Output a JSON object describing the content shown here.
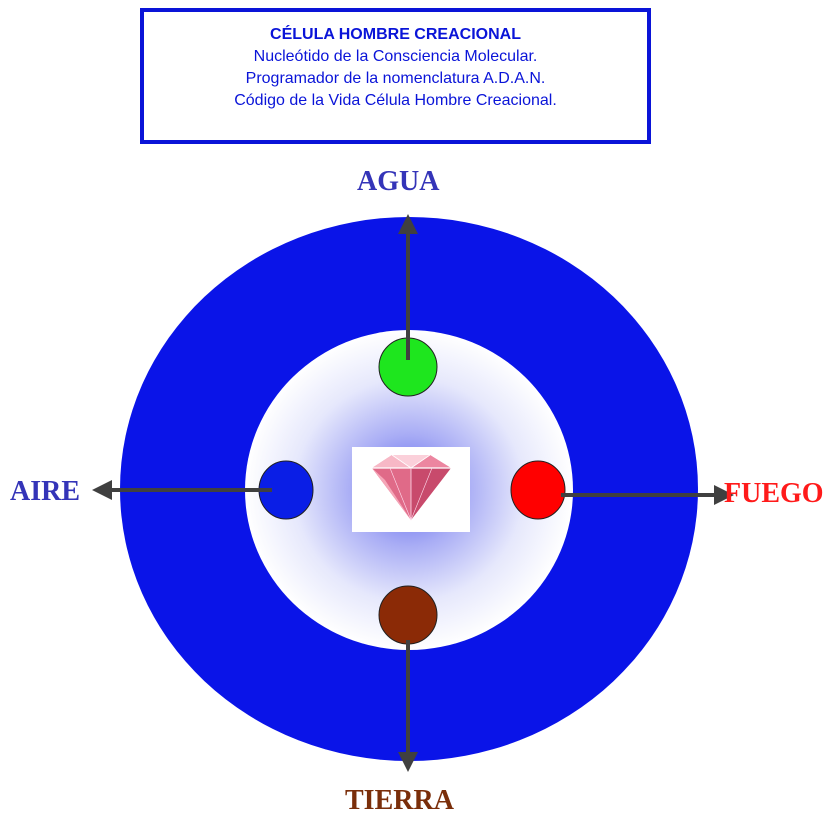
{
  "title_box": {
    "heading": "CÉLULA HOMBRE CREACIONAL",
    "lines": [
      "Nucleótido de la Consciencia Molecular.",
      "Programador de la nomenclatura A.D.A.N.",
      "Código de la Vida Célula Hombre Creacional."
    ]
  },
  "elements": {
    "agua": {
      "label": "AGUA",
      "color": "#3434b8",
      "dot_color": "#1ee61e"
    },
    "aire": {
      "label": "AIRE",
      "color": "#3434b8",
      "dot_color": "#0a1ee6"
    },
    "fuego": {
      "label": "FUEGO",
      "color": "#ff1a1a",
      "dot_color": "#ff0000"
    },
    "tierra": {
      "label": "TIERRA",
      "color": "#7a2e0a",
      "dot_color": "#8b2a06"
    }
  },
  "colors": {
    "outer_ring": "#0a14e8",
    "inner_glow": "#7b82f2",
    "arrow": "#404040",
    "border": "#0a14d8",
    "gem": "#e8708e"
  },
  "center_image": "pink-diamond"
}
